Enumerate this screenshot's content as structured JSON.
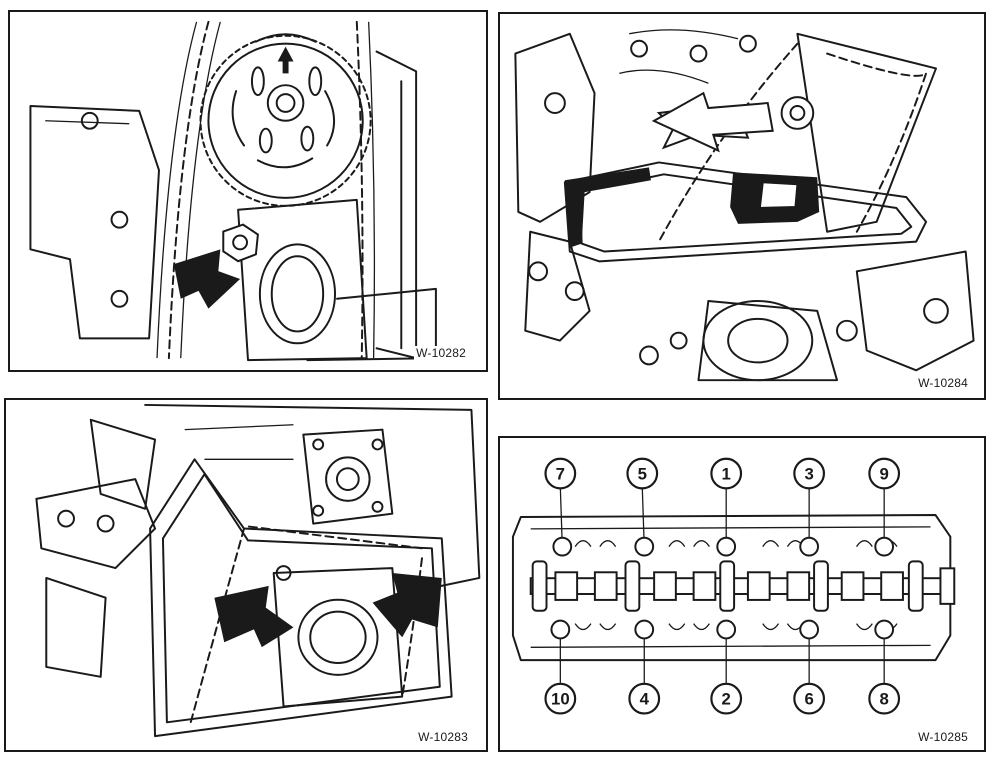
{
  "figures": [
    {
      "code": "W-10282"
    },
    {
      "code": "W-10284"
    },
    {
      "code": "W-10283"
    },
    {
      "code": "W-10285"
    }
  ],
  "bolt_sequence": {
    "top_row": [
      "7",
      "5",
      "1",
      "3",
      "9"
    ],
    "bottom_row": [
      "10",
      "4",
      "2",
      "6",
      "8"
    ]
  },
  "colors": {
    "line": "#1a1a1a",
    "background": "#ffffff"
  }
}
